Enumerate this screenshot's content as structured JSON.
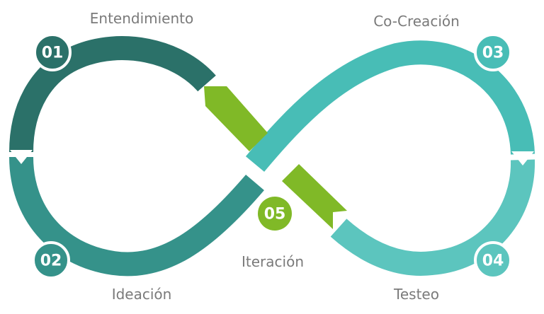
{
  "stages": [
    {
      "id": "01",
      "label": "Entendimiento"
    },
    {
      "id": "02",
      "label": "Ideación"
    },
    {
      "id": "03",
      "label": "Co-Creación"
    },
    {
      "id": "04",
      "label": "Testeo"
    },
    {
      "id": "05",
      "label": "Iteración"
    }
  ],
  "colors": {
    "stage_01": "#2b7169",
    "stage_02": "#35928a",
    "stage_03": "#48bdb6",
    "stage_04": "#5cc5be",
    "stage_05": "#80b927"
  }
}
